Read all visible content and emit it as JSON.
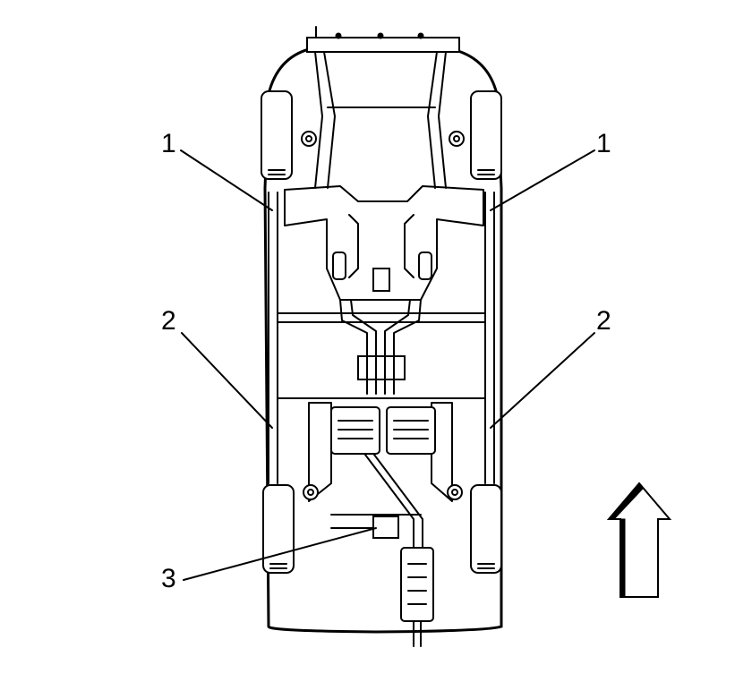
{
  "callouts": {
    "c1_left": "1",
    "c1_right": "1",
    "c2_left": "2",
    "c2_right": "2",
    "c3": "3"
  },
  "direction_arrow": {
    "icon": "front-direction-arrow-icon",
    "points": "up"
  }
}
